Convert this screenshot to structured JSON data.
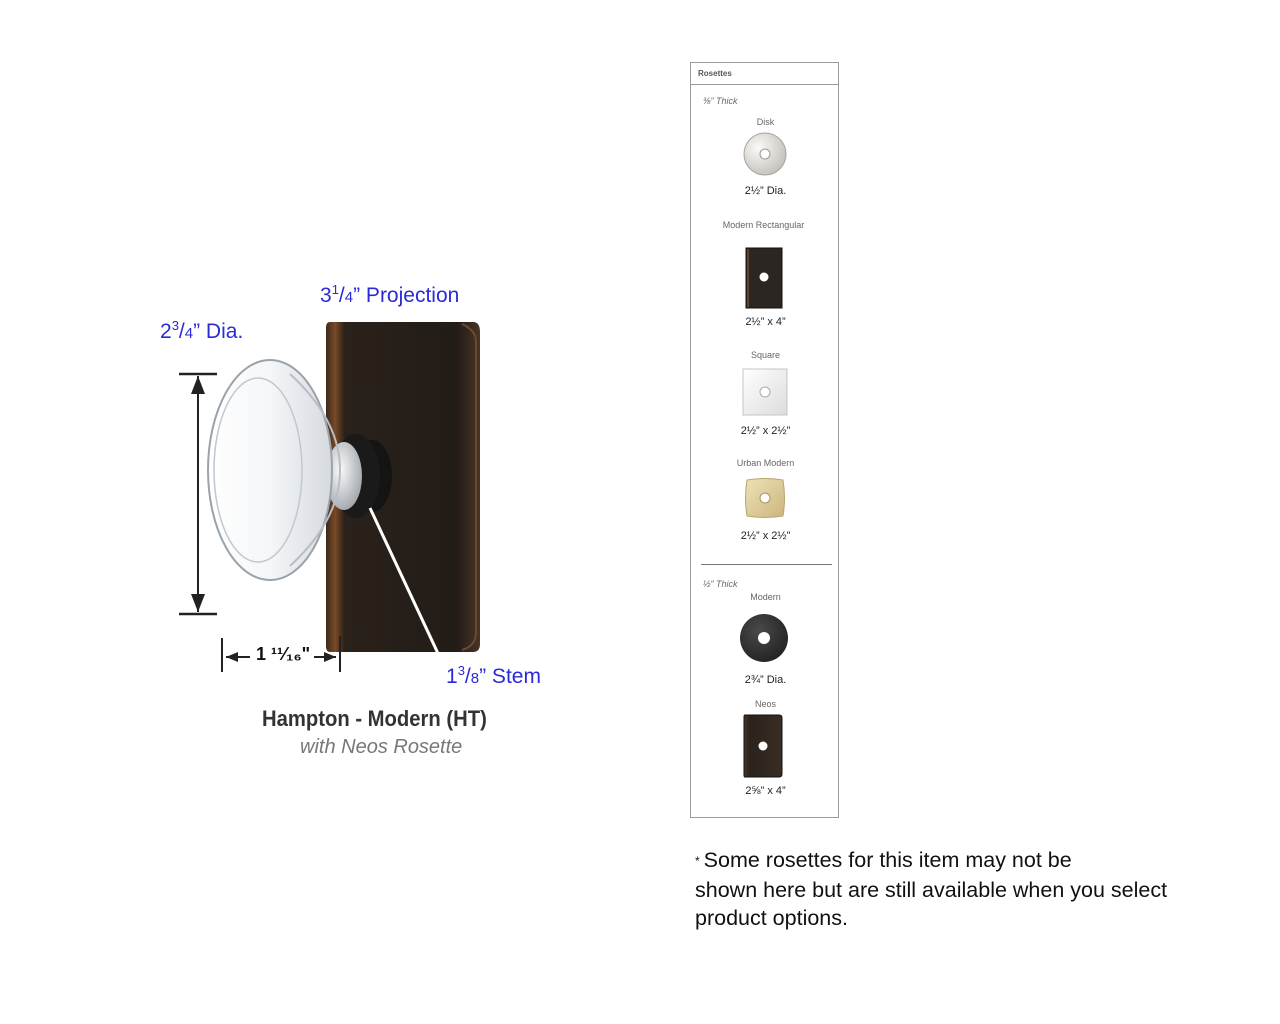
{
  "diagram": {
    "dia_label": {
      "whole": "2",
      "num": "3",
      "den": "4",
      "unit": "” Dia."
    },
    "projection_label": {
      "whole": "3",
      "num": "1",
      "den": "4",
      "unit": "” Projection"
    },
    "stem_label": {
      "whole": "1",
      "num": "3",
      "den": "8",
      "unit": "” Stem"
    },
    "width_label": "1 ¹¹⁄₁₆\"",
    "model_title": "Hampton - Modern (HT)",
    "model_subtitle": "with Neos Rosette"
  },
  "rosettes_panel": {
    "header": "Rosettes",
    "groups": [
      {
        "thickness": "⅜” Thick",
        "items": [
          {
            "name": "Disk",
            "size": "2½” Dia.",
            "icon": "disk-rosette",
            "color": "#e6e3df"
          },
          {
            "name": "Modern Rectangular",
            "size": "2½”  x  4”",
            "icon": "rectangular-rosette",
            "color": "#2b2621"
          },
          {
            "name": "Square",
            "size": "2½”  x  2½”",
            "icon": "square-rosette",
            "color": "#eeeeee"
          },
          {
            "name": "Urban Modern",
            "size": "2½”  x  2½”",
            "icon": "urban-modern-rosette",
            "color": "#e2cf9f"
          }
        ]
      },
      {
        "thickness": "½” Thick",
        "items": [
          {
            "name": "Modern",
            "size": "2¾” Dia.",
            "icon": "modern-round-rosette",
            "color": "#2a2a2a"
          },
          {
            "name": "Neos",
            "size": "2⅝”  x  4”",
            "icon": "neos-rosette",
            "color": "#2d2722"
          }
        ]
      }
    ]
  },
  "footnote": {
    "star": "*",
    "line1": "Some rosettes for this item may not be",
    "line2": "shown here but are still available when you select",
    "line3": "product options."
  }
}
